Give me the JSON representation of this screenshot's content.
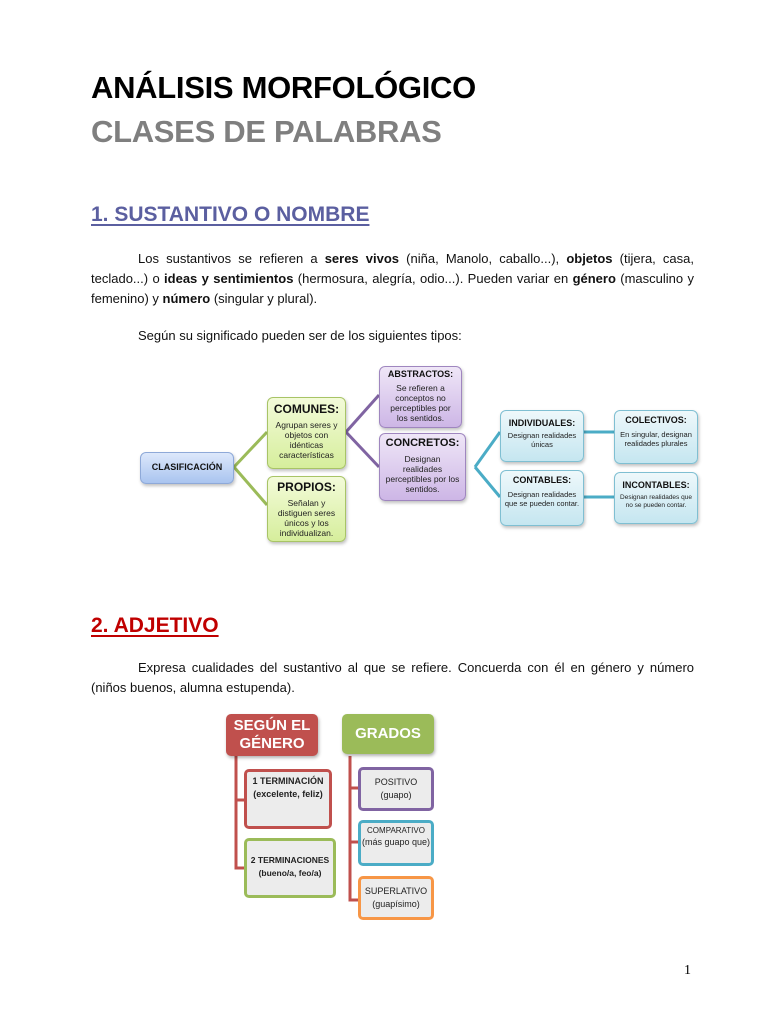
{
  "header": {
    "title": "ANÁLISIS MORFOLÓGICO",
    "subtitle": "CLASES DE PALABRAS"
  },
  "section1": {
    "heading": "1. SUSTANTIVO O NOMBRE",
    "paragraph1": {
      "t1": "Los sustantivos se refieren a ",
      "b1": "seres vivos",
      "t2": " (niña, Manolo, caballo...), ",
      "b2": "objetos",
      "t3": " (tijera, casa, teclado...) o ",
      "b3": "ideas y sentimientos",
      "t4": " (hermosura, alegría, odio...). Pueden variar en ",
      "b4": "género",
      "t5": " (masculino y femenino) y ",
      "b5": "número",
      "t6": " (singular y plural)."
    },
    "paragraph2": "Según su significado pueden ser de los siguientes tipos:",
    "diagram": {
      "root": "CLASIFICACIÓN",
      "comunes": {
        "title": "COMUNES:",
        "text": "Agrupan seres y objetos con idénticas características"
      },
      "propios": {
        "title": "PROPIOS:",
        "text": "Señalan y distiguen seres únicos y los individualizan."
      },
      "abstractos": {
        "title": "ABSTRACTOS:",
        "text": "Se refieren a conceptos no perceptibles por los sentidos."
      },
      "concretos": {
        "title": "CONCRETOS:",
        "text": "Designan realidades perceptibles por los sentidos."
      },
      "individuales": {
        "title": "INDIVIDUALES:",
        "text": "Designan realidades únicas"
      },
      "colectivos": {
        "title": "COLECTIVOS:",
        "text": "En singular, designan realidades plurales"
      },
      "contables": {
        "title": "CONTABLES:",
        "text": "Designan realidades que se pueden contar."
      },
      "incontables": {
        "title": "INCONTABLES:",
        "text": "Designan realidades que no se pueden contar."
      }
    }
  },
  "section2": {
    "heading": "2. ADJETIVO",
    "paragraph": "Expresa cualidades del sustantivo al que se refiere. Concuerda con él en género y número (niños buenos, alumna estupenda).",
    "diagram": {
      "genero": {
        "title": "SEGÚN EL GÉNERO",
        "items": [
          {
            "line1": "1 TERMINACIÓN",
            "line2": "(excelente, feliz)"
          },
          {
            "line1": "2 TERMINACIONES",
            "line2": "(bueno/a, feo/a)"
          }
        ]
      },
      "grados": {
        "title": "GRADOS",
        "items": [
          {
            "line1": "POSITIVO",
            "line2": "(guapo)"
          },
          {
            "line1": "COMPARATIVO",
            "line2": "(más guapo que)"
          },
          {
            "line1": "SUPERLATIVO",
            "line2": "(guapísimo)"
          }
        ]
      }
    }
  },
  "footer": {
    "page_number": "1"
  },
  "colors": {
    "heading1": "#5b5fa0",
    "heading2": "#c00000",
    "genero_head": "#c0504d",
    "grados_head": "#9bbb59",
    "positivo_border": "#8064a2",
    "comparativo_border": "#4bacc6",
    "superlativo_border": "#f79646"
  }
}
